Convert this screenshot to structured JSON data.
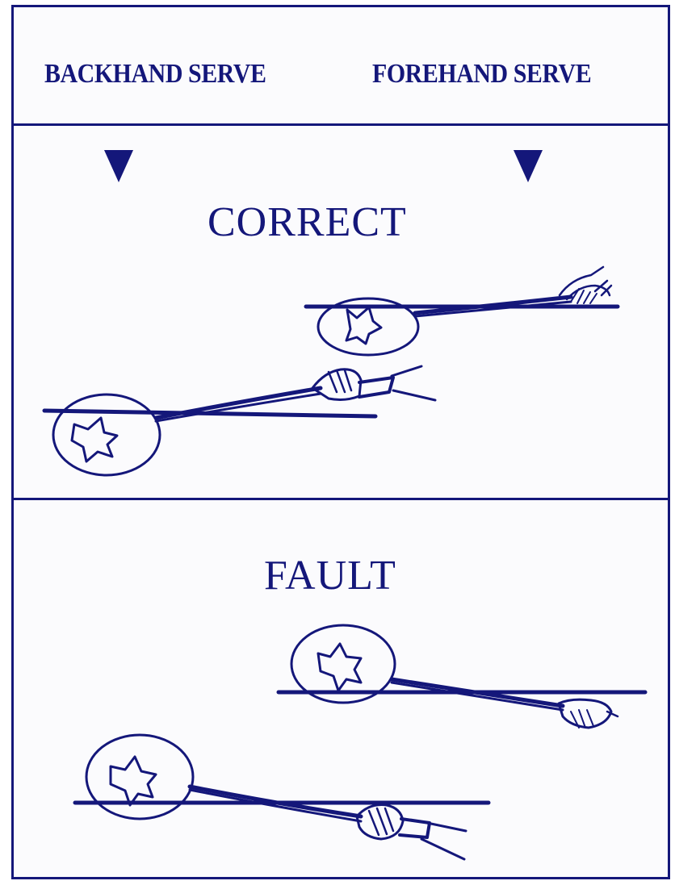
{
  "header": {
    "backhand_label": "BACKHAND SERVE",
    "forehand_label": "FOREHAND SERVE"
  },
  "correct": {
    "title": "CORRECT"
  },
  "fault": {
    "title": "FAULT"
  },
  "colors": {
    "ink": "#14177a",
    "paper": "#fbfbfd"
  },
  "icons": {
    "direction_marker": "down-triangle-icon",
    "shuttle": "shuttlecock-icon",
    "racket": "racket-icon",
    "hand": "hand-icon"
  }
}
